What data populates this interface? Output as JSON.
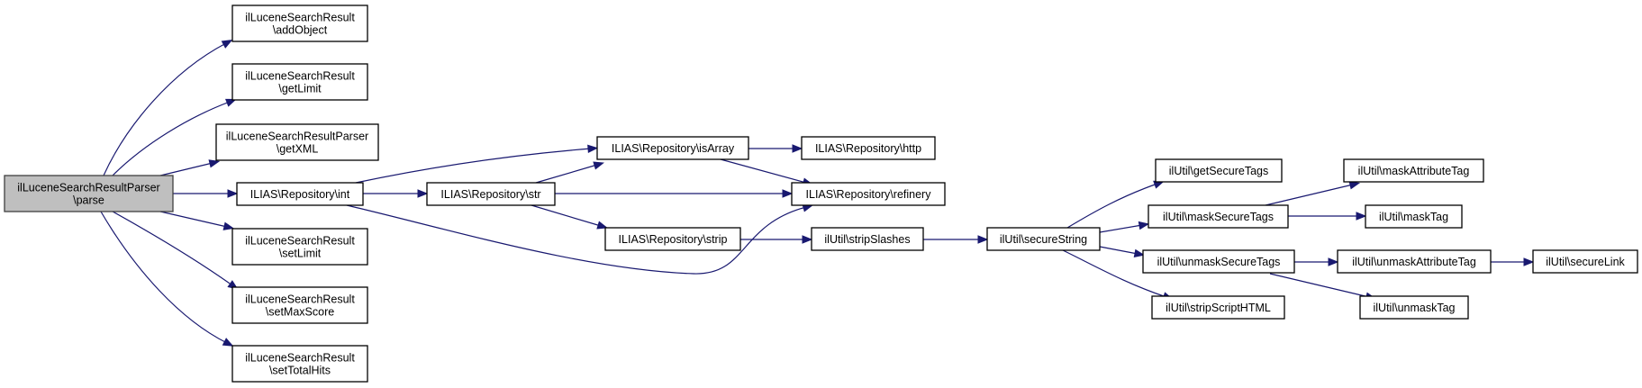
{
  "title": "Call graph for ilLuceneSearchResultParser\\parse",
  "colors": {
    "edge": "#191970",
    "root_fill": "#bfbfbf",
    "node_fill": "#ffffff",
    "node_border": "#000000"
  },
  "nodes": [
    {
      "id": "parse",
      "lines": [
        "ilLuceneSearchResultParser",
        "\\parse"
      ],
      "root": true
    },
    {
      "id": "addObject",
      "lines": [
        "ilLuceneSearchResult",
        "\\addObject"
      ]
    },
    {
      "id": "getLimit",
      "lines": [
        "ilLuceneSearchResult",
        "\\getLimit"
      ]
    },
    {
      "id": "getXML",
      "lines": [
        "ilLuceneSearchResultParser",
        "\\getXML"
      ]
    },
    {
      "id": "int",
      "lines": [
        "ILIAS\\Repository\\int"
      ]
    },
    {
      "id": "setLimit",
      "lines": [
        "ilLuceneSearchResult",
        "\\setLimit"
      ]
    },
    {
      "id": "setMaxScore",
      "lines": [
        "ilLuceneSearchResult",
        "\\setMaxScore"
      ]
    },
    {
      "id": "setTotalHits",
      "lines": [
        "ilLuceneSearchResult",
        "\\setTotalHits"
      ]
    },
    {
      "id": "str",
      "lines": [
        "ILIAS\\Repository\\str"
      ]
    },
    {
      "id": "isArray",
      "lines": [
        "ILIAS\\Repository\\isArray"
      ]
    },
    {
      "id": "strip",
      "lines": [
        "ILIAS\\Repository\\strip"
      ]
    },
    {
      "id": "http",
      "lines": [
        "ILIAS\\Repository\\http"
      ]
    },
    {
      "id": "refinery",
      "lines": [
        "ILIAS\\Repository\\refinery"
      ]
    },
    {
      "id": "stripSlashes",
      "lines": [
        "ilUtil\\stripSlashes"
      ]
    },
    {
      "id": "secureString",
      "lines": [
        "ilUtil\\secureString"
      ]
    },
    {
      "id": "getSecureTags",
      "lines": [
        "ilUtil\\getSecureTags"
      ]
    },
    {
      "id": "maskSecureTags",
      "lines": [
        "ilUtil\\maskSecureTags"
      ]
    },
    {
      "id": "unmaskSecureTags",
      "lines": [
        "ilUtil\\unmaskSecureTags"
      ]
    },
    {
      "id": "stripScriptHTML",
      "lines": [
        "ilUtil\\stripScriptHTML"
      ]
    },
    {
      "id": "maskAttributeTag",
      "lines": [
        "ilUtil\\maskAttributeTag"
      ]
    },
    {
      "id": "maskTag",
      "lines": [
        "ilUtil\\maskTag"
      ]
    },
    {
      "id": "unmaskAttributeTag",
      "lines": [
        "ilUtil\\unmaskAttributeTag"
      ]
    },
    {
      "id": "unmaskTag",
      "lines": [
        "ilUtil\\unmaskTag"
      ]
    },
    {
      "id": "secureLink",
      "lines": [
        "ilUtil\\secureLink"
      ]
    }
  ],
  "edges": [
    [
      "parse",
      "addObject"
    ],
    [
      "parse",
      "getLimit"
    ],
    [
      "parse",
      "getXML"
    ],
    [
      "parse",
      "int"
    ],
    [
      "parse",
      "setLimit"
    ],
    [
      "parse",
      "setMaxScore"
    ],
    [
      "parse",
      "setTotalHits"
    ],
    [
      "int",
      "isArray"
    ],
    [
      "int",
      "str"
    ],
    [
      "int",
      "refinery"
    ],
    [
      "str",
      "isArray"
    ],
    [
      "str",
      "refinery"
    ],
    [
      "str",
      "strip"
    ],
    [
      "isArray",
      "http"
    ],
    [
      "isArray",
      "refinery"
    ],
    [
      "strip",
      "stripSlashes"
    ],
    [
      "stripSlashes",
      "secureString"
    ],
    [
      "secureString",
      "getSecureTags"
    ],
    [
      "secureString",
      "maskSecureTags"
    ],
    [
      "secureString",
      "unmaskSecureTags"
    ],
    [
      "secureString",
      "stripScriptHTML"
    ],
    [
      "maskSecureTags",
      "maskAttributeTag"
    ],
    [
      "maskSecureTags",
      "maskTag"
    ],
    [
      "unmaskSecureTags",
      "unmaskAttributeTag"
    ],
    [
      "unmaskSecureTags",
      "unmaskTag"
    ],
    [
      "unmaskAttributeTag",
      "secureLink"
    ]
  ]
}
